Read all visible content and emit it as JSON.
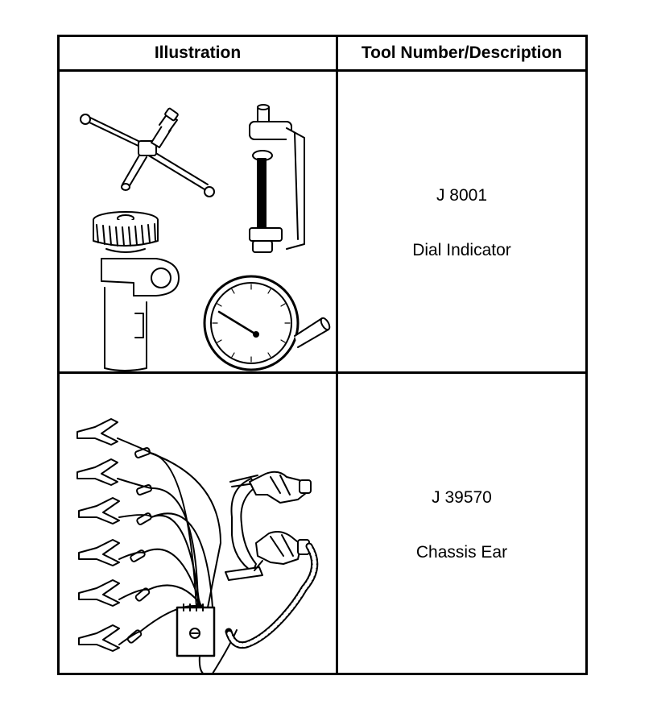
{
  "table": {
    "headers": {
      "illustration": "Illustration",
      "description": "Tool Number/Description"
    },
    "rows": [
      {
        "tool_number": "J 8001",
        "description": "Dial Indicator",
        "icon": "dial-indicator-set-illustration"
      },
      {
        "tool_number": "J 39570",
        "description": "Chassis Ear",
        "icon": "chassis-ear-illustration"
      }
    ]
  }
}
